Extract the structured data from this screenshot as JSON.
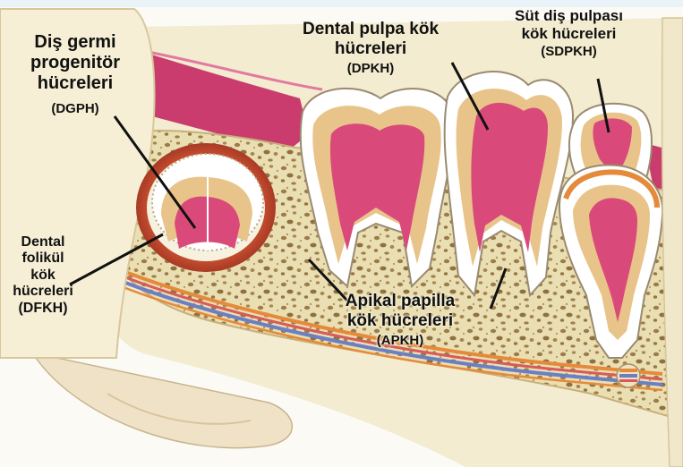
{
  "labels": {
    "dgph": {
      "lines": [
        "Diş germi",
        "progenitör",
        "hücreleri"
      ],
      "abbr": "(DGPH)"
    },
    "dpkh": {
      "lines": [
        "Dental pulpa kök",
        "hücreleri"
      ],
      "abbr": "(DPKH)"
    },
    "sdpkh": {
      "lines": [
        "Süt diş pulpası",
        "kök hücreleri"
      ],
      "abbr": "(SDPKH)"
    },
    "dfkh": {
      "lines": [
        "Dental",
        "folikül",
        "kök",
        "hücreleri"
      ],
      "abbr": "(DFKH)"
    },
    "apkh": {
      "lines": [
        "Apikal papilla",
        "kök hücreleri"
      ],
      "abbr": "(APKH)"
    }
  },
  "colors": {
    "gum": "#c8386a",
    "pulp": "#e0507f",
    "dentin": "#e8c48a",
    "enamel": "#ffffff",
    "bone": "#e9dcb0",
    "bone_speckle": "#9a7a45",
    "background": "#fbfaf5",
    "nerve_orange": "#e58a3a",
    "nerve_blue": "#6a7fc4"
  }
}
